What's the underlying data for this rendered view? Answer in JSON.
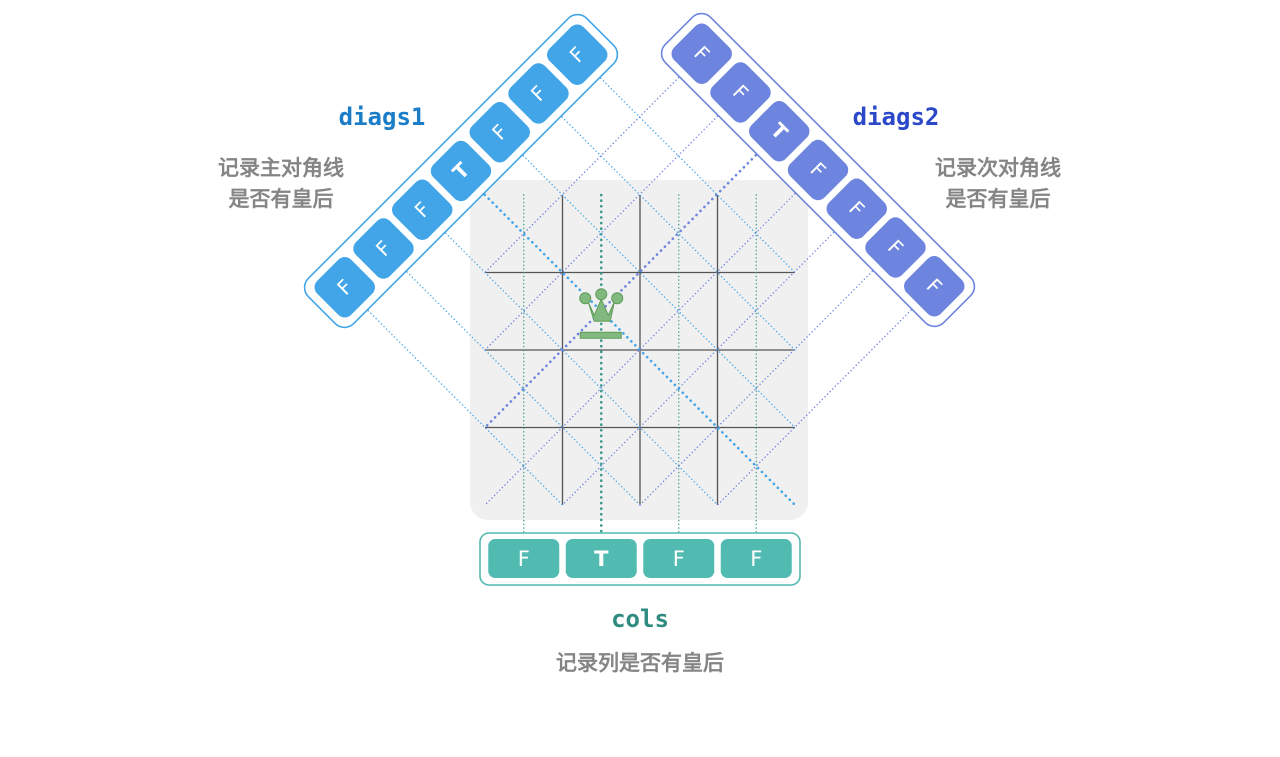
{
  "diags1": {
    "name": "diags1",
    "desc_line1": "记录主对角线",
    "desc_line2": "是否有皇后",
    "values": [
      "F",
      "F",
      "F",
      "T",
      "F",
      "F",
      "F"
    ],
    "color": "#42a5e8",
    "label_color": "#1b7cc8"
  },
  "diags2": {
    "name": "diags2",
    "desc_line1": "记录次对角线",
    "desc_line2": "是否有皇后",
    "values": [
      "F",
      "F",
      "T",
      "F",
      "F",
      "F",
      "F"
    ],
    "color": "#6d85de",
    "label_color": "#2a48c8"
  },
  "cols": {
    "name": "cols",
    "desc": "记录列是否有皇后",
    "values": [
      "F",
      "T",
      "F",
      "F"
    ],
    "color": "#52bbb1",
    "label_color": "#2e8b7f"
  },
  "board": {
    "size": 4,
    "queen": {
      "row": 1,
      "col": 1
    },
    "queen_color": "#82b97f"
  }
}
